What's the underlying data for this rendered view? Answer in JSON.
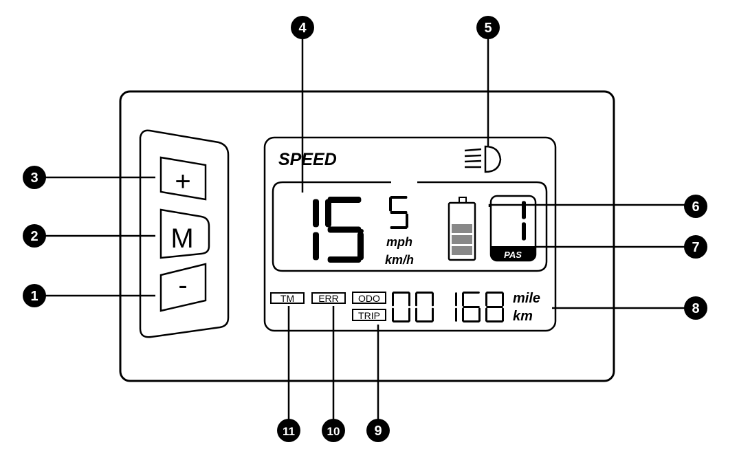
{
  "buttons": {
    "plus": "+",
    "mode": "M",
    "minus": "-"
  },
  "lcd": {
    "speed_label": "SPEED",
    "speed_int": "15",
    "speed_dec": "5",
    "speed_units": [
      "mph",
      "km/h"
    ],
    "assist_level": "1",
    "assist_label": "PAS",
    "battery_bars": 3,
    "odometer": "00168",
    "distance_units": [
      "mile",
      "km"
    ],
    "indicators": {
      "tm": "TM",
      "err": "ERR",
      "odo": "ODO",
      "trip": "TRIP"
    }
  },
  "callouts": [
    "1",
    "2",
    "3",
    "4",
    "5",
    "6",
    "7",
    "8",
    "9",
    "10",
    "11"
  ],
  "icons": {
    "headlight": "headlight-icon",
    "battery": "battery-icon"
  },
  "colors": {
    "line": "#000000",
    "background": "#ffffff",
    "battery_fill": "#888888"
  }
}
